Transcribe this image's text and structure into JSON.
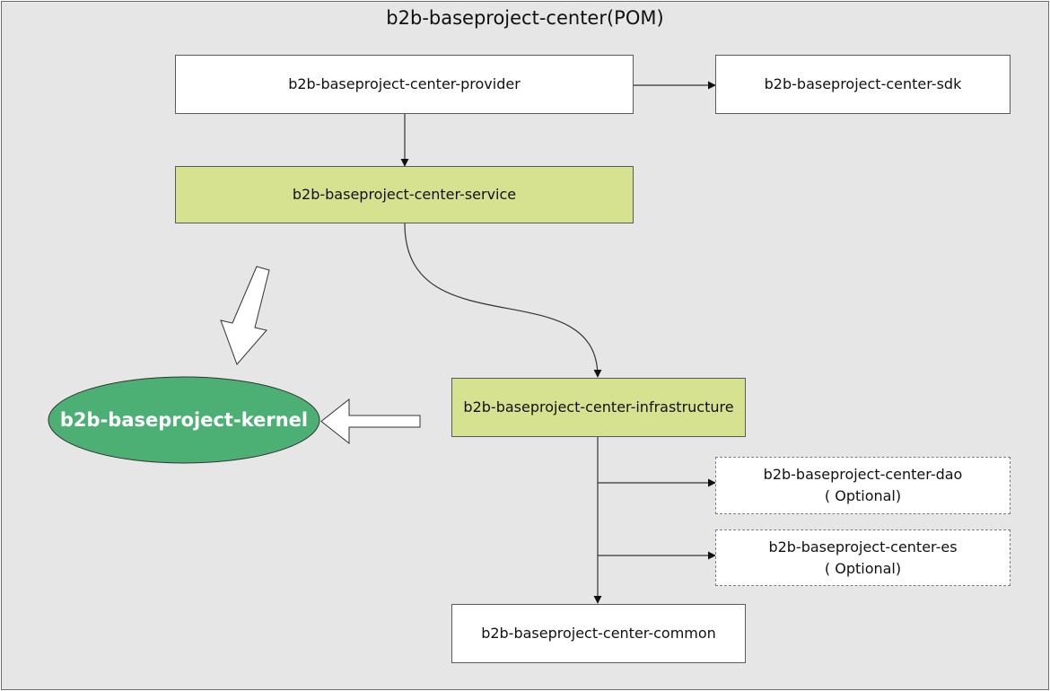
{
  "title": "b2b-baseproject-center(POM)",
  "nodes": {
    "provider": "b2b-baseproject-center-provider",
    "sdk": "b2b-baseproject-center-sdk",
    "service": "b2b-baseproject-center-service",
    "infrastructure": "b2b-baseproject-center-infrastructure",
    "dao": "b2b-baseproject-center-dao",
    "dao_note": "( Optional)",
    "es": "b2b-baseproject-center-es",
    "es_note": "( Optional)",
    "common": "b2b-baseproject-center-common"
  },
  "kernel": {
    "label": "b2b-baseproject-kernel",
    "color": "#4caf74"
  },
  "edges": [
    {
      "from": "provider",
      "to": "sdk"
    },
    {
      "from": "provider",
      "to": "service"
    },
    {
      "from": "service",
      "to": "infrastructure"
    },
    {
      "from": "infrastructure",
      "to": "dao"
    },
    {
      "from": "infrastructure",
      "to": "es"
    },
    {
      "from": "infrastructure",
      "to": "common"
    },
    {
      "from": "infrastructure",
      "to": "kernel"
    },
    {
      "from": "service",
      "to": "kernel"
    }
  ]
}
